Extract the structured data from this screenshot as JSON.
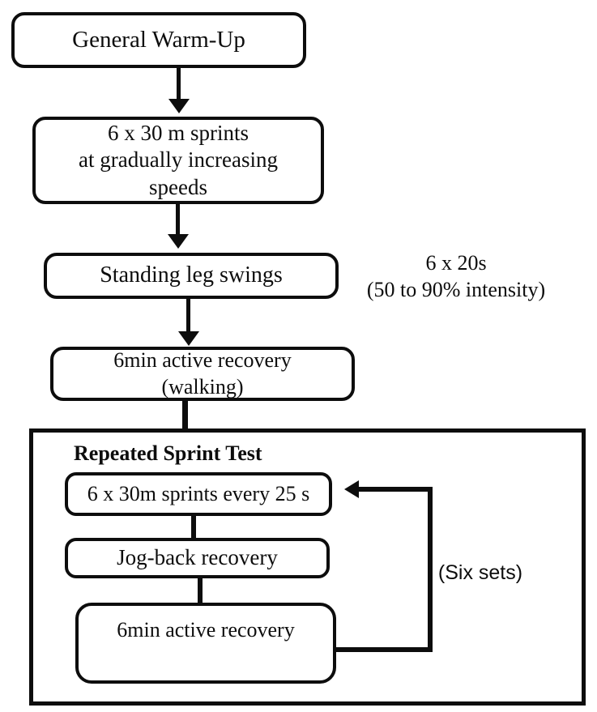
{
  "colors": {
    "background": "#ffffff",
    "line": "#0d0d0d",
    "text": "#0d0d0d"
  },
  "flow": {
    "general_warmup": {
      "label": "General Warm-Up"
    },
    "gradual_sprints": {
      "lines": [
        "6 x 30 m sprints",
        "at gradually increasing",
        "speeds"
      ]
    },
    "leg_swings": {
      "label": "Standing leg swings"
    },
    "leg_swings_note": {
      "lines": [
        "6 x 20s",
        "(50 to 90% intensity)"
      ]
    },
    "recovery_walking": {
      "lines": [
        "6min active recovery",
        "(walking)"
      ]
    },
    "rst": {
      "title": "Repeated Sprint Test",
      "sprints_label": "6 x 30m sprints every 25 s",
      "jog_back_label": "Jog-back recovery",
      "recovery_label": "6min active recovery",
      "loop_label": "(Six sets)"
    }
  }
}
